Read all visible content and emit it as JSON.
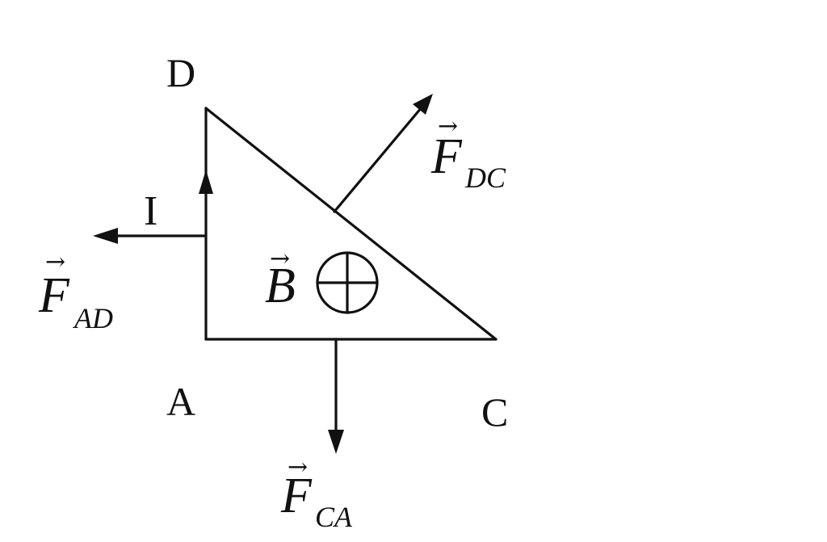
{
  "vertices": {
    "A": "A",
    "C": "C",
    "D": "D"
  },
  "current": {
    "label": "I"
  },
  "field": {
    "symbol": "B",
    "vector_mark": "→",
    "direction": "into-page"
  },
  "forces": {
    "AD": {
      "symbol": "F",
      "vector_mark": "→",
      "subscript": "AD"
    },
    "DC": {
      "symbol": "F",
      "vector_mark": "→",
      "subscript": "DC"
    },
    "CA": {
      "symbol": "F",
      "vector_mark": "→",
      "subscript": "CA"
    }
  }
}
